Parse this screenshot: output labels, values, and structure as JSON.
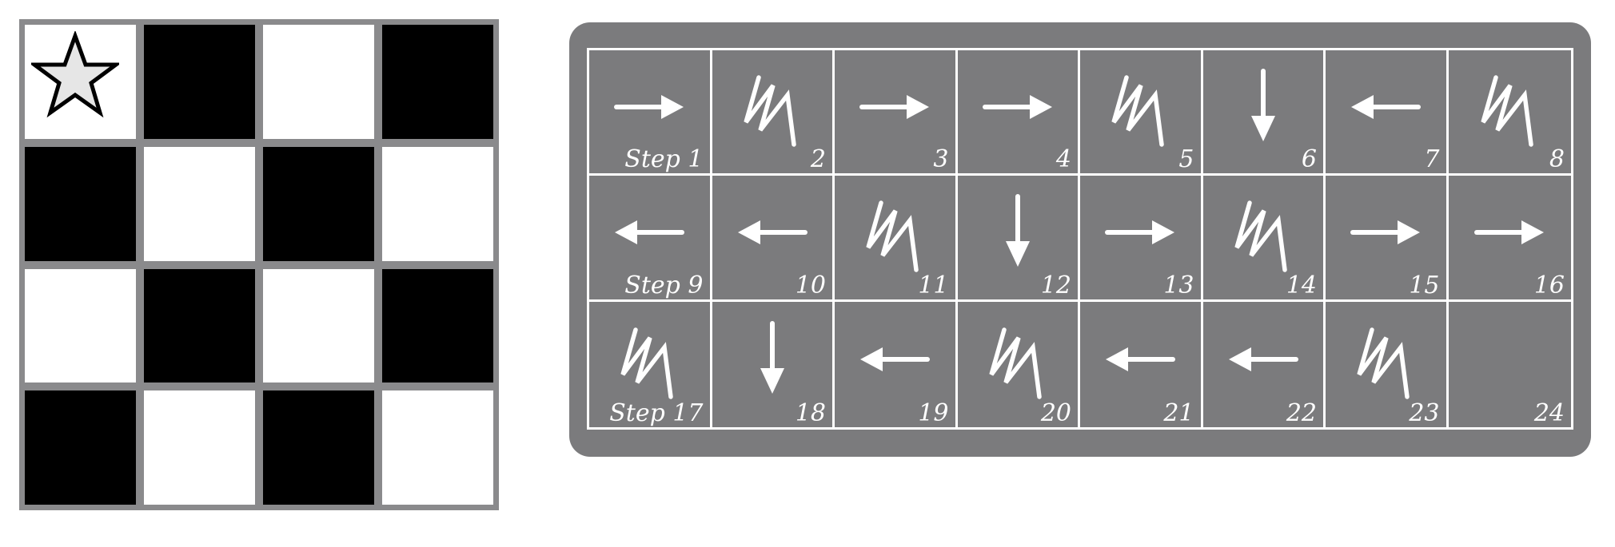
{
  "board": {
    "rows": [
      [
        "white",
        "black",
        "white",
        "black"
      ],
      [
        "black",
        "white",
        "black",
        "white"
      ],
      [
        "white",
        "black",
        "white",
        "black"
      ],
      [
        "black",
        "white",
        "black",
        "white"
      ]
    ],
    "start_marker": {
      "icon": "star-icon",
      "row": 0,
      "col": 0
    }
  },
  "steps": [
    {
      "label": "Step 1",
      "move": "right-arrow-icon"
    },
    {
      "label": "2",
      "move": "zigzag-icon"
    },
    {
      "label": "3",
      "move": "right-arrow-icon"
    },
    {
      "label": "4",
      "move": "right-arrow-icon"
    },
    {
      "label": "5",
      "move": "zigzag-icon"
    },
    {
      "label": "6",
      "move": "down-arrow-icon"
    },
    {
      "label": "7",
      "move": "left-arrow-icon"
    },
    {
      "label": "8",
      "move": "zigzag-icon"
    },
    {
      "label": "Step 9",
      "move": "left-arrow-icon"
    },
    {
      "label": "10",
      "move": "left-arrow-icon"
    },
    {
      "label": "11",
      "move": "zigzag-icon"
    },
    {
      "label": "12",
      "move": "down-arrow-icon"
    },
    {
      "label": "13",
      "move": "right-arrow-icon"
    },
    {
      "label": "14",
      "move": "zigzag-icon"
    },
    {
      "label": "15",
      "move": "right-arrow-icon"
    },
    {
      "label": "16",
      "move": "right-arrow-icon"
    },
    {
      "label": "Step 17",
      "move": "zigzag-icon"
    },
    {
      "label": "18",
      "move": "down-arrow-icon"
    },
    {
      "label": "19",
      "move": "left-arrow-icon"
    },
    {
      "label": "20",
      "move": "zigzag-icon"
    },
    {
      "label": "21",
      "move": "left-arrow-icon"
    },
    {
      "label": "22",
      "move": "left-arrow-icon"
    },
    {
      "label": "23",
      "move": "zigzag-icon"
    },
    {
      "label": "24",
      "move": ""
    }
  ],
  "colors": {
    "board_border": "#8a8a8c",
    "card_background": "#7b7b7d",
    "card_lines": "#ffffff",
    "star_fill": "#e6e6e6"
  }
}
